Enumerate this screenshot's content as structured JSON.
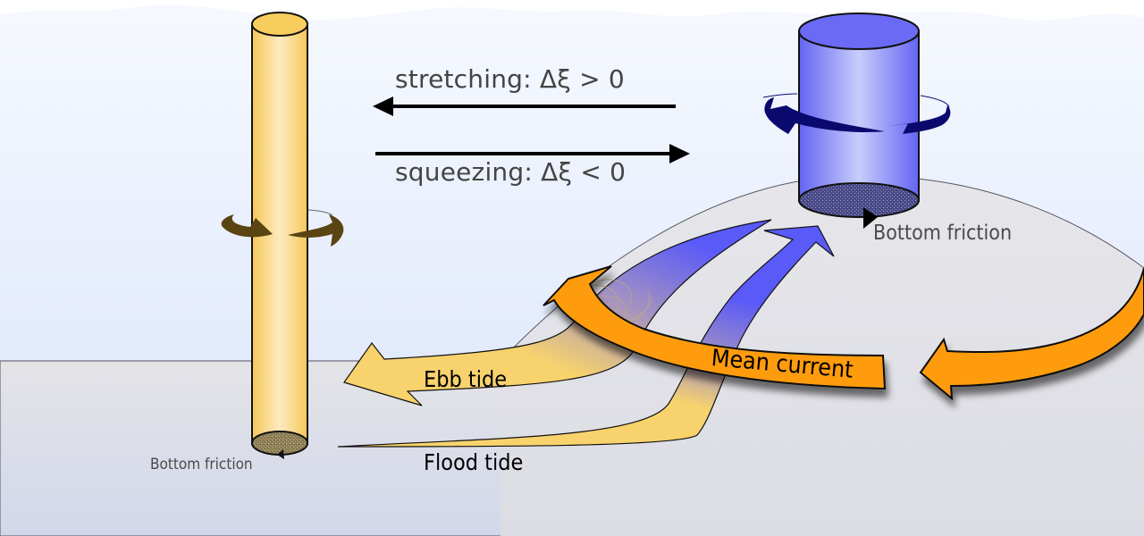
{
  "diagram": {
    "title": "Vorticity generation by tidal stretching and squeezing over a bank",
    "labels": {
      "stretching": "stretching: Δξ  > 0",
      "squeezing": "squeezing: Δξ  < 0",
      "bottom_friction_right": "Bottom friction",
      "bottom_friction_left": "Bottom friction",
      "ebb_tide": "Ebb tide",
      "flood_tide": "Flood tide",
      "mean_current": "Mean current"
    },
    "elements": {
      "tall_column": {
        "role": "stretched water column",
        "icon": "cylinder-icon",
        "color": "#f7cd5d"
      },
      "short_column": {
        "role": "squeezed water column",
        "icon": "cylinder-icon",
        "color": "#6a6af5"
      },
      "stretch_arrow": {
        "direction": "left",
        "icon": "arrow-left-icon"
      },
      "squeeze_arrow": {
        "direction": "right",
        "icon": "arrow-right-icon"
      },
      "tall_rotation": {
        "color": "#5a4412",
        "icon": "rotation-arrow-icon"
      },
      "short_rotation": {
        "color": "#0a0a6e",
        "icon": "rotation-arrow-icon"
      },
      "ebb_arrow": {
        "color": "#f7d26a"
      },
      "flood_arrow": {
        "color": "#f7d26a"
      },
      "mean_current_arrow": {
        "color": "#ff9c0a"
      },
      "tide_gradient_end": {
        "color": "#5a5af8"
      }
    },
    "colors": {
      "sky_top": "#f5f8fe",
      "sky_bottom": "#dde6fb",
      "seafloor_top": "#e3e3e6",
      "seafloor_bottom": "#d4d9ea",
      "bank": "#e2e2e6",
      "text_gray": "#444444"
    }
  }
}
